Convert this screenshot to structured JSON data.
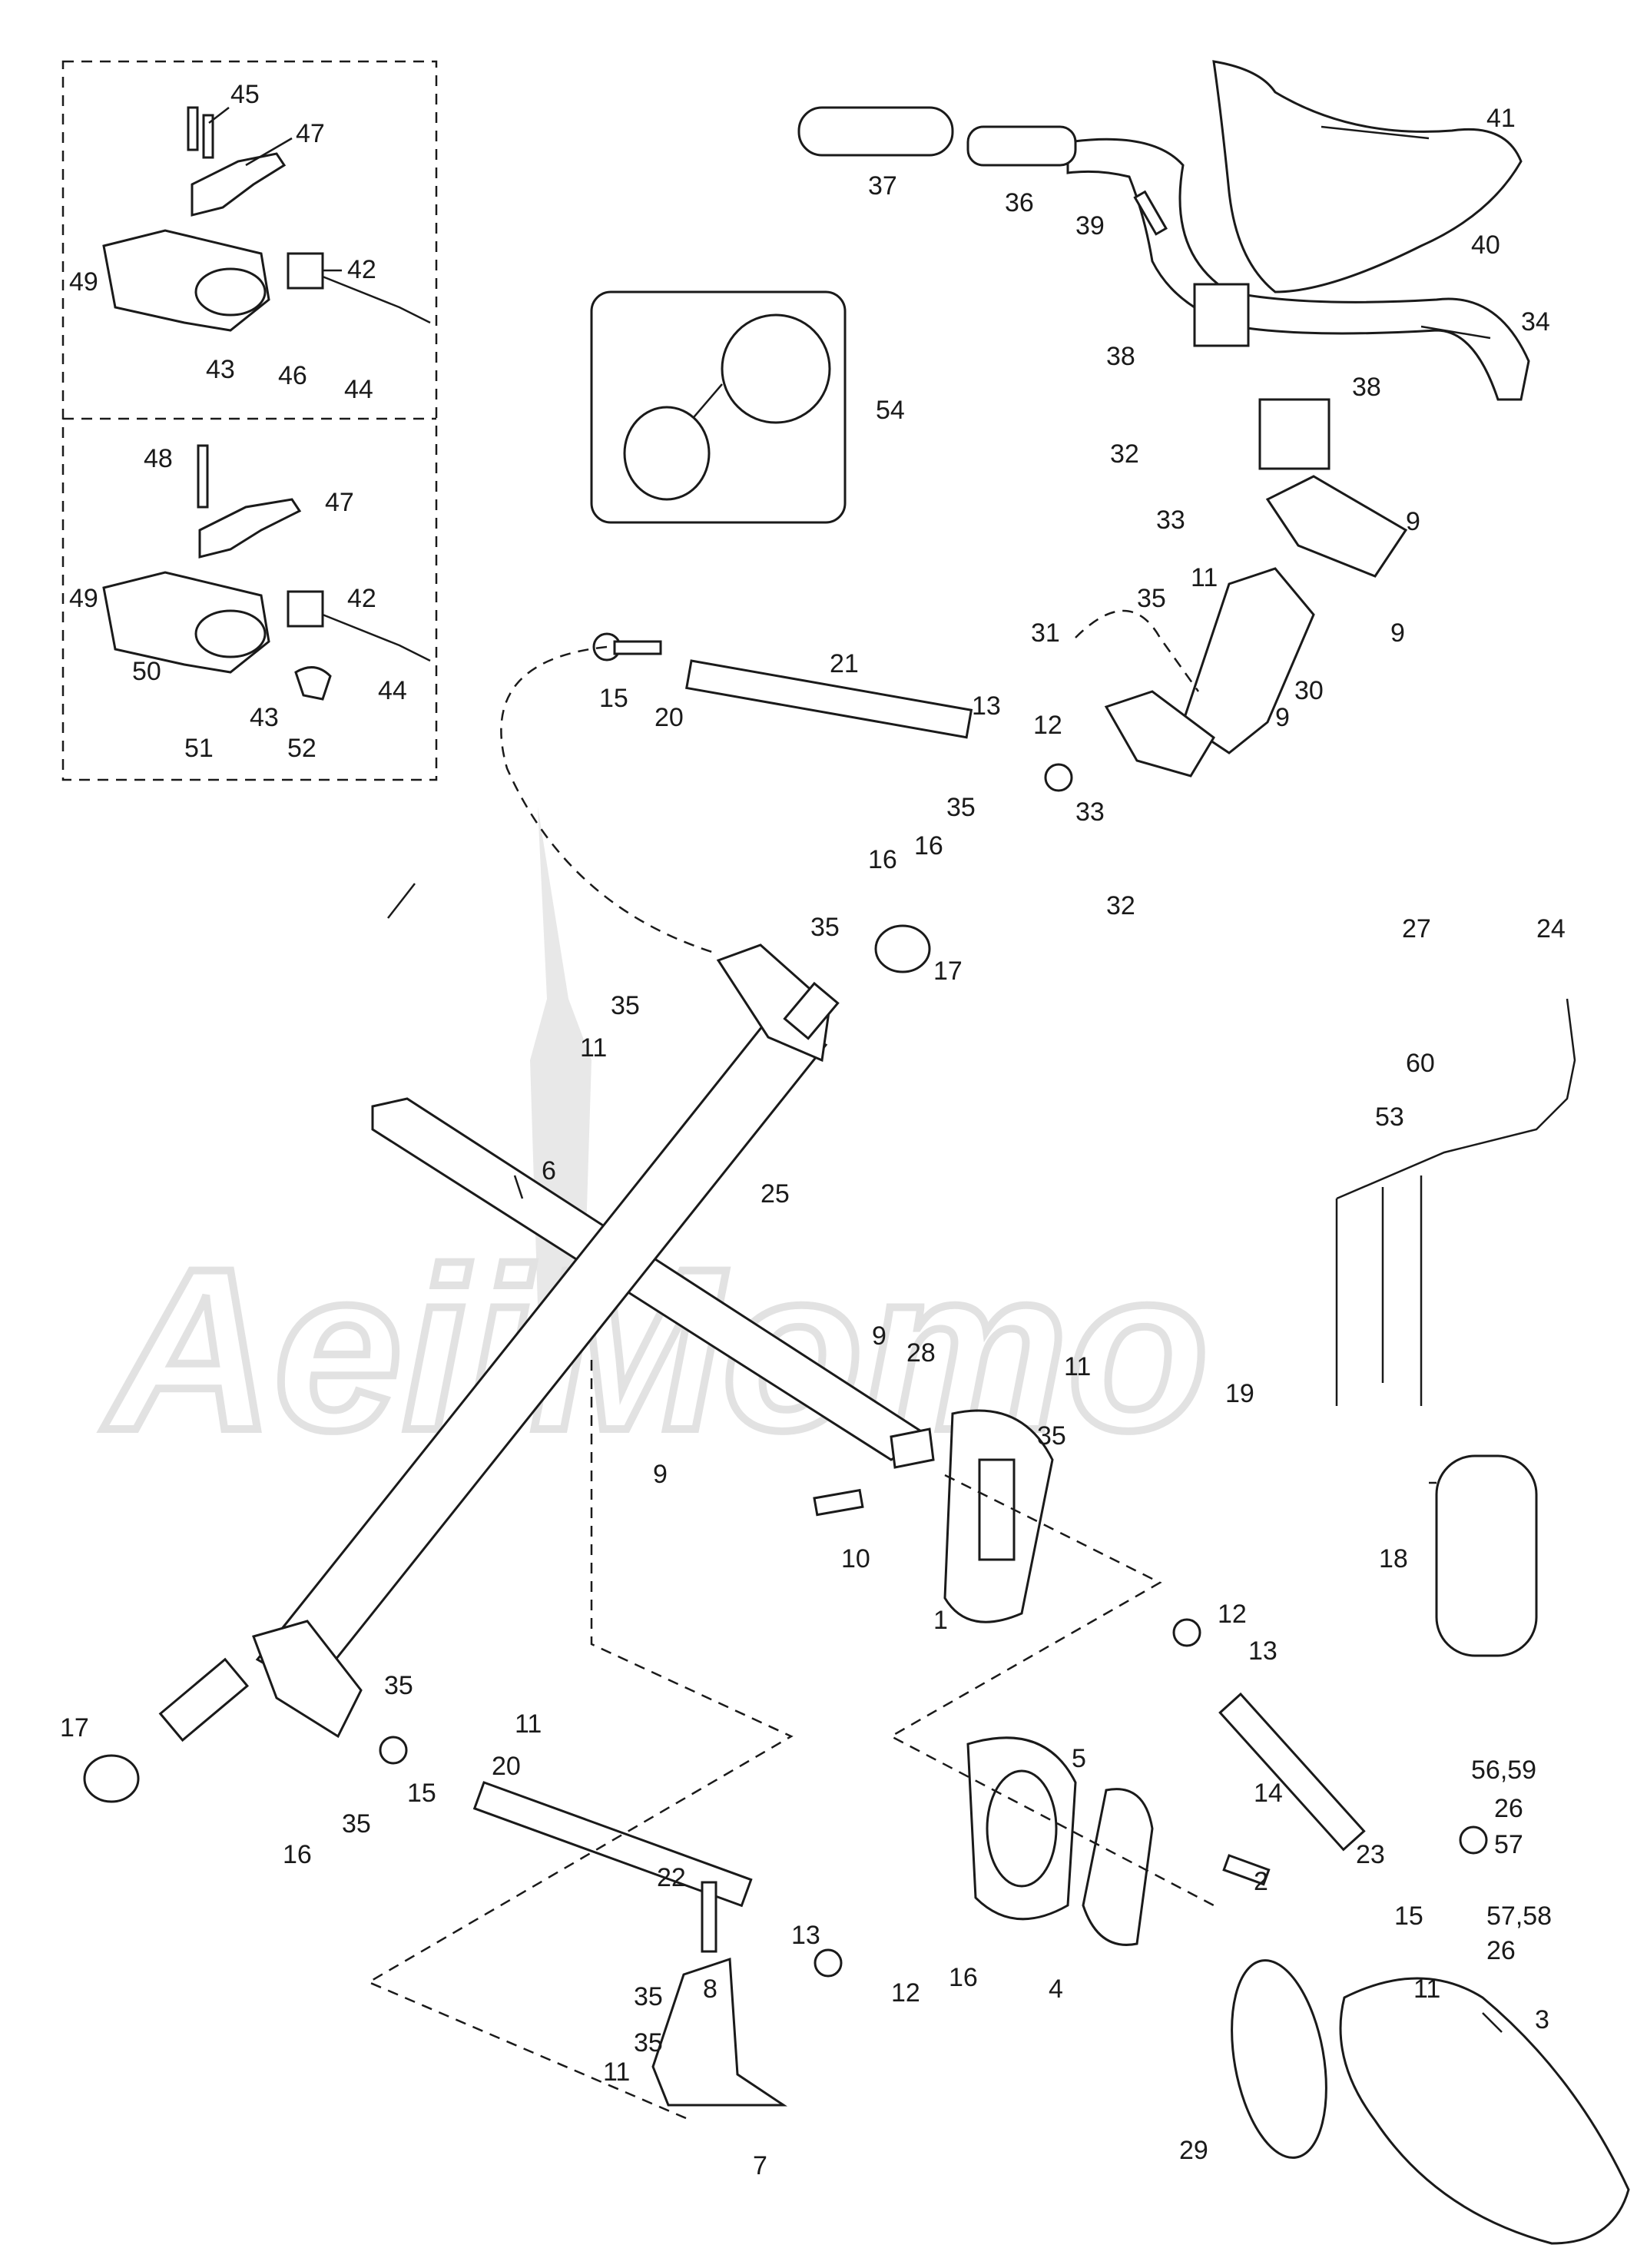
{
  "watermark": {
    "text": "AeiiMomo"
  },
  "callouts": [
    {
      "id": "c45a",
      "text": "45"
    },
    {
      "id": "c47a",
      "text": "47"
    },
    {
      "id": "c42a",
      "text": "42"
    },
    {
      "id": "c49a",
      "text": "49"
    },
    {
      "id": "c43a",
      "text": "43"
    },
    {
      "id": "c46",
      "text": "46"
    },
    {
      "id": "c44a",
      "text": "44"
    },
    {
      "id": "c48",
      "text": "48"
    },
    {
      "id": "c47b",
      "text": "47"
    },
    {
      "id": "c49b",
      "text": "49"
    },
    {
      "id": "c42b",
      "text": "42"
    },
    {
      "id": "c50",
      "text": "50"
    },
    {
      "id": "c43b",
      "text": "43"
    },
    {
      "id": "c44b",
      "text": "44"
    },
    {
      "id": "c51",
      "text": "51"
    },
    {
      "id": "c52",
      "text": "52"
    },
    {
      "id": "c37",
      "text": "37"
    },
    {
      "id": "c36",
      "text": "36"
    },
    {
      "id": "c41",
      "text": "41"
    },
    {
      "id": "c40",
      "text": "40"
    },
    {
      "id": "c39",
      "text": "39"
    },
    {
      "id": "c38a",
      "text": "38"
    },
    {
      "id": "c34",
      "text": "34"
    },
    {
      "id": "c38b",
      "text": "38"
    },
    {
      "id": "c54",
      "text": "54"
    },
    {
      "id": "c32a",
      "text": "32"
    },
    {
      "id": "c33a",
      "text": "33"
    },
    {
      "id": "c9a",
      "text": "9"
    },
    {
      "id": "c11a",
      "text": "11"
    },
    {
      "id": "c35a",
      "text": "35"
    },
    {
      "id": "c31",
      "text": "31"
    },
    {
      "id": "c9b",
      "text": "9"
    },
    {
      "id": "c30",
      "text": "30"
    },
    {
      "id": "c21",
      "text": "21"
    },
    {
      "id": "c15a",
      "text": "15"
    },
    {
      "id": "c20a",
      "text": "20"
    },
    {
      "id": "c13a",
      "text": "13"
    },
    {
      "id": "c12a",
      "text": "12"
    },
    {
      "id": "c9c",
      "text": "9"
    },
    {
      "id": "c35b",
      "text": "35"
    },
    {
      "id": "c33b",
      "text": "33"
    },
    {
      "id": "c16a",
      "text": "16"
    },
    {
      "id": "c32b",
      "text": "32"
    },
    {
      "id": "c16b",
      "text": "16"
    },
    {
      "id": "c35c",
      "text": "35"
    },
    {
      "id": "c17a",
      "text": "17"
    },
    {
      "id": "c27",
      "text": "27"
    },
    {
      "id": "c24",
      "text": "24"
    },
    {
      "id": "c35d",
      "text": "35"
    },
    {
      "id": "c11b",
      "text": "11"
    },
    {
      "id": "c60",
      "text": "60"
    },
    {
      "id": "c53",
      "text": "53"
    },
    {
      "id": "c6",
      "text": "6"
    },
    {
      "id": "c25",
      "text": "25"
    },
    {
      "id": "c9d",
      "text": "9"
    },
    {
      "id": "c28",
      "text": "28"
    },
    {
      "id": "c11c",
      "text": "11"
    },
    {
      "id": "c35e",
      "text": "35"
    },
    {
      "id": "c19",
      "text": "19"
    },
    {
      "id": "c9e",
      "text": "9"
    },
    {
      "id": "c10",
      "text": "10"
    },
    {
      "id": "c18",
      "text": "18"
    },
    {
      "id": "c1",
      "text": "1"
    },
    {
      "id": "c12b",
      "text": "12"
    },
    {
      "id": "c13b",
      "text": "13"
    },
    {
      "id": "c35f",
      "text": "35"
    },
    {
      "id": "c11d",
      "text": "11"
    },
    {
      "id": "c17b",
      "text": "17"
    },
    {
      "id": "c15b",
      "text": "15"
    },
    {
      "id": "c20b",
      "text": "20"
    },
    {
      "id": "c35g",
      "text": "35"
    },
    {
      "id": "c16c",
      "text": "16"
    },
    {
      "id": "c5",
      "text": "5"
    },
    {
      "id": "c14",
      "text": "14"
    },
    {
      "id": "c5659",
      "text": "56,59"
    },
    {
      "id": "c26a",
      "text": "26"
    },
    {
      "id": "c57",
      "text": "57"
    },
    {
      "id": "c23",
      "text": "23"
    },
    {
      "id": "c22",
      "text": "22"
    },
    {
      "id": "c2",
      "text": "2"
    },
    {
      "id": "c15c",
      "text": "15"
    },
    {
      "id": "c5758",
      "text": "57,58"
    },
    {
      "id": "c26b",
      "text": "26"
    },
    {
      "id": "c13c",
      "text": "13"
    },
    {
      "id": "c16d",
      "text": "16"
    },
    {
      "id": "c8",
      "text": "8"
    },
    {
      "id": "c35h",
      "text": "35"
    },
    {
      "id": "c12c",
      "text": "12"
    },
    {
      "id": "c4",
      "text": "4"
    },
    {
      "id": "c11e",
      "text": "11"
    },
    {
      "id": "c3",
      "text": "3"
    },
    {
      "id": "c35i",
      "text": "35"
    },
    {
      "id": "c11f",
      "text": "11"
    },
    {
      "id": "c29",
      "text": "29"
    },
    {
      "id": "c7",
      "text": "7"
    }
  ]
}
